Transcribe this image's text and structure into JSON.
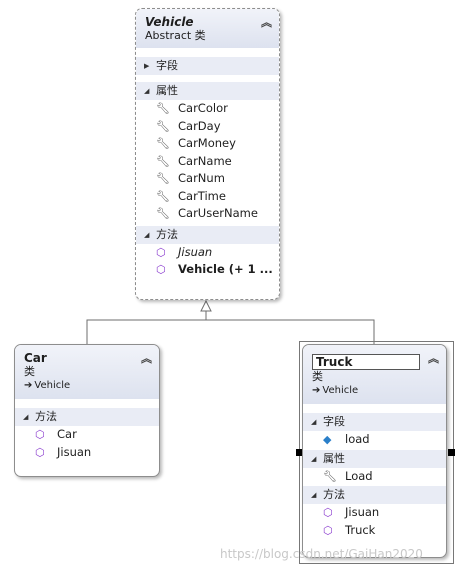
{
  "vehicle": {
    "name": "Vehicle",
    "kind": "Abstract 类",
    "sections": {
      "fields": "字段",
      "properties": "属性",
      "methods": "方法"
    },
    "properties": [
      "CarColor",
      "CarDay",
      "CarMoney",
      "CarName",
      "CarNum",
      "CarTime",
      "CarUserName"
    ],
    "methods": [
      "Jisuan",
      "Vehicle (+ 1 ..."
    ]
  },
  "car": {
    "name": "Car",
    "kind": "类",
    "base": "Vehicle",
    "methods_header": "方法",
    "methods": [
      "Car",
      "Jisuan"
    ]
  },
  "truck": {
    "name": "Truck",
    "kind": "类",
    "base": "Vehicle",
    "fields_header": "字段",
    "fields": [
      "load"
    ],
    "properties_header": "属性",
    "properties": [
      "Load"
    ],
    "methods_header": "方法",
    "methods": [
      "Jisuan",
      "Truck"
    ]
  },
  "icons": {
    "collapse": "double-chevron-up-icon",
    "property": "wrench-icon",
    "method": "cube-icon",
    "field": "field-icon",
    "inherit": "arrow-right-icon"
  },
  "watermark": "https://blog.csdn.net/GaiHan2020"
}
